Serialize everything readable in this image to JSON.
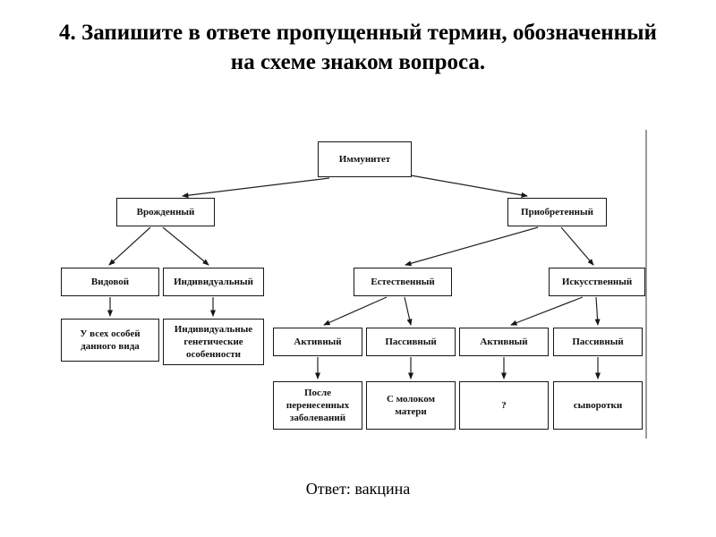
{
  "page": {
    "title_line1": "4. Запишите в ответе пропущенный термин, обозначенный",
    "title_line2": "на схеме знаком вопроса.",
    "answer": "Ответ: вакцина"
  },
  "diagram": {
    "type": "flowchart-tree",
    "topic": "Иммунитет",
    "nodes": [
      {
        "id": "immunitet",
        "label": "Иммунитет"
      },
      {
        "id": "vrozhdenny",
        "label": "Врожденный"
      },
      {
        "id": "priobretenny",
        "label": "Приобретенный"
      },
      {
        "id": "vidovoy",
        "label": "Видовой"
      },
      {
        "id": "individualny",
        "label": "Индивидуальный"
      },
      {
        "id": "estestvenny",
        "label": "Естественный"
      },
      {
        "id": "iskusstvenny",
        "label": "Искусственный"
      },
      {
        "id": "u-vseh-osobey",
        "label": "У всех особей данного вида"
      },
      {
        "id": "indiv-genetich",
        "label": "Индивидуальные генетические особенности"
      },
      {
        "id": "aktivny-est",
        "label": "Активный"
      },
      {
        "id": "passivny-est",
        "label": "Пассивный"
      },
      {
        "id": "aktivny-isk",
        "label": "Активный"
      },
      {
        "id": "passivny-isk",
        "label": "Пассивный"
      },
      {
        "id": "posle-zabol",
        "label": "После перенесенных заболеваний"
      },
      {
        "id": "s-molokom",
        "label": "С молоком матери"
      },
      {
        "id": "question-mark",
        "label": "?"
      },
      {
        "id": "syvorotki",
        "label": "сыворотки"
      }
    ],
    "edges": [
      {
        "from": "immunitet",
        "to": "vrozhdenny"
      },
      {
        "from": "immunitet",
        "to": "priobretenny"
      },
      {
        "from": "vrozhdenny",
        "to": "vidovoy"
      },
      {
        "from": "vrozhdenny",
        "to": "individualny"
      },
      {
        "from": "vidovoy",
        "to": "u-vseh-osobey"
      },
      {
        "from": "individualny",
        "to": "indiv-genetich"
      },
      {
        "from": "priobretenny",
        "to": "estestvenny"
      },
      {
        "from": "priobretenny",
        "to": "iskusstvenny"
      },
      {
        "from": "estestvenny",
        "to": "aktivny-est"
      },
      {
        "from": "estestvenny",
        "to": "passivny-est"
      },
      {
        "from": "iskusstvenny",
        "to": "aktivny-isk"
      },
      {
        "from": "iskusstvenny",
        "to": "passivny-isk"
      },
      {
        "from": "aktivny-est",
        "to": "posle-zabol"
      },
      {
        "from": "passivny-est",
        "to": "s-molokom"
      },
      {
        "from": "aktivny-isk",
        "to": "question-mark"
      },
      {
        "from": "passivny-isk",
        "to": "syvorotki"
      }
    ]
  }
}
